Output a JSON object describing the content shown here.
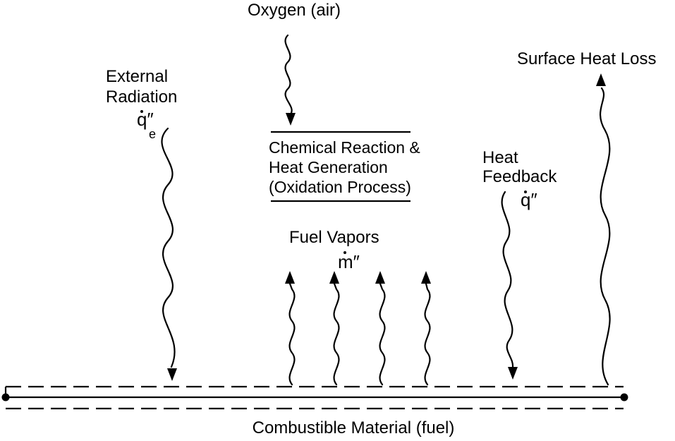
{
  "labels": {
    "oxygen": "Oxygen (air)",
    "external_radiation_line1": "External",
    "external_radiation_line2": "Radiation",
    "external_radiation_symbol": "q″",
    "external_radiation_subscript": "e",
    "reaction_line1": "Chemical Reaction &",
    "reaction_line2": "Heat Generation",
    "reaction_line3": "(Oxidation Process)",
    "fuel_vapors": "Fuel Vapors",
    "fuel_vapors_symbol": "m″",
    "heat_feedback_line1": "Heat",
    "heat_feedback_line2": "Feedback",
    "heat_feedback_symbol": "q″",
    "surface_heat_loss": "Surface Heat Loss",
    "combustible_material": "Combustible Material (fuel)"
  }
}
